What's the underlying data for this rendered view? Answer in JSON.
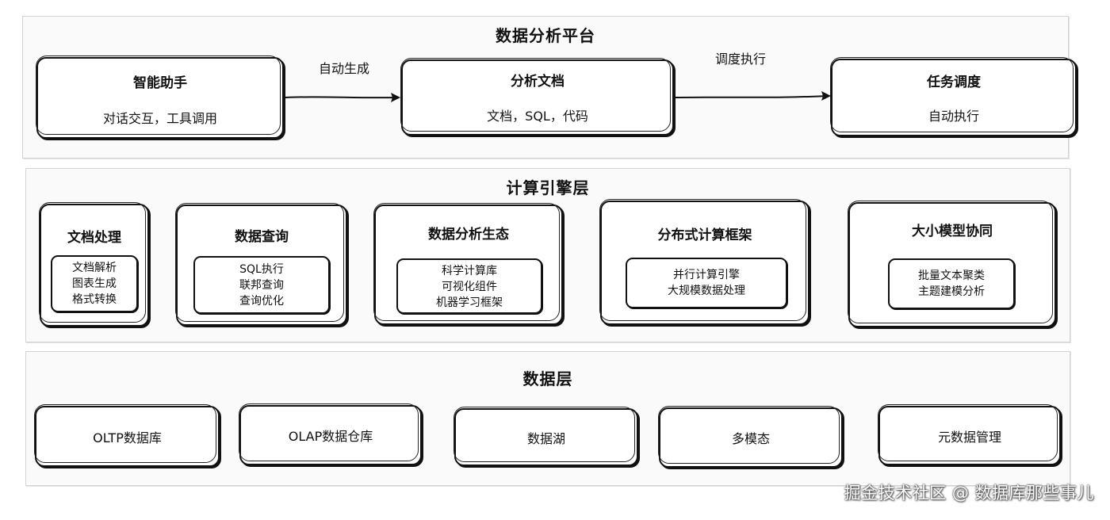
{
  "platform": {
    "title": "数据分析平台",
    "boxes": [
      {
        "title": "智能助手",
        "subtitle": "对话交互，工具调用"
      },
      {
        "title": "分析文档",
        "subtitle": "文档，SQL，代码"
      },
      {
        "title": "任务调度",
        "subtitle": "自动执行"
      }
    ],
    "arrows": [
      "自动生成",
      "调度执行"
    ]
  },
  "compute": {
    "title": "计算引擎层",
    "boxes": [
      {
        "title": "文档处理",
        "items": [
          "文档解析",
          "图表生成",
          "格式转换"
        ]
      },
      {
        "title": "数据查询",
        "items": [
          "SQL执行",
          "联邦查询",
          "查询优化"
        ]
      },
      {
        "title": "数据分析生态",
        "items": [
          "科学计算库",
          "可视化组件",
          "机器学习框架"
        ]
      },
      {
        "title": "分布式计算框架",
        "items": [
          "并行计算引擎",
          "大规模数据处理"
        ]
      },
      {
        "title": "大小模型协同",
        "items": [
          "批量文本聚类",
          "主题建模分析"
        ]
      }
    ]
  },
  "data_layer": {
    "title": "数据层",
    "boxes": [
      "OLTP数据库",
      "OLAP数据仓库",
      "数据湖",
      "多模态",
      "元数据管理"
    ]
  },
  "watermark": "掘金技术社区 @ 数据库那些事儿"
}
